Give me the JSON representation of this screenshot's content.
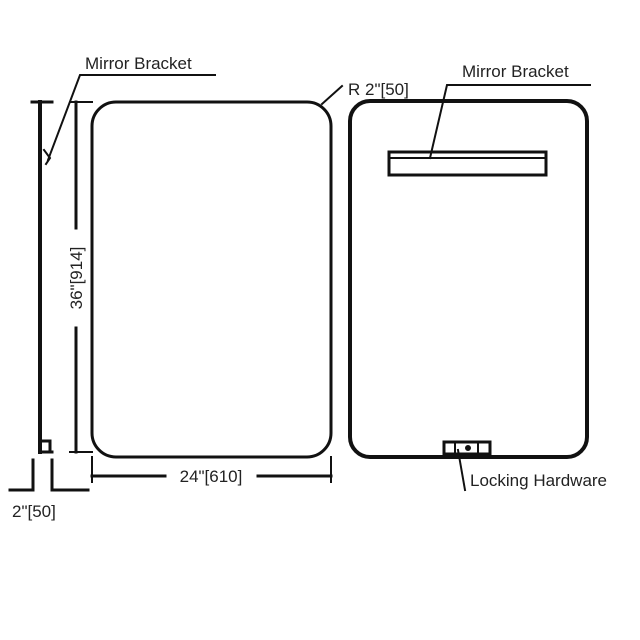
{
  "labels": {
    "mirror_bracket_side": "Mirror Bracket",
    "mirror_bracket_back": "Mirror Bracket",
    "radius": "R 2\"[50]",
    "height": "36\"[914]",
    "width": "24\"[610]",
    "depth": "2\"[50]",
    "locking_hardware": "Locking Hardware"
  },
  "colors": {
    "line": "#111111",
    "text": "#222222"
  }
}
